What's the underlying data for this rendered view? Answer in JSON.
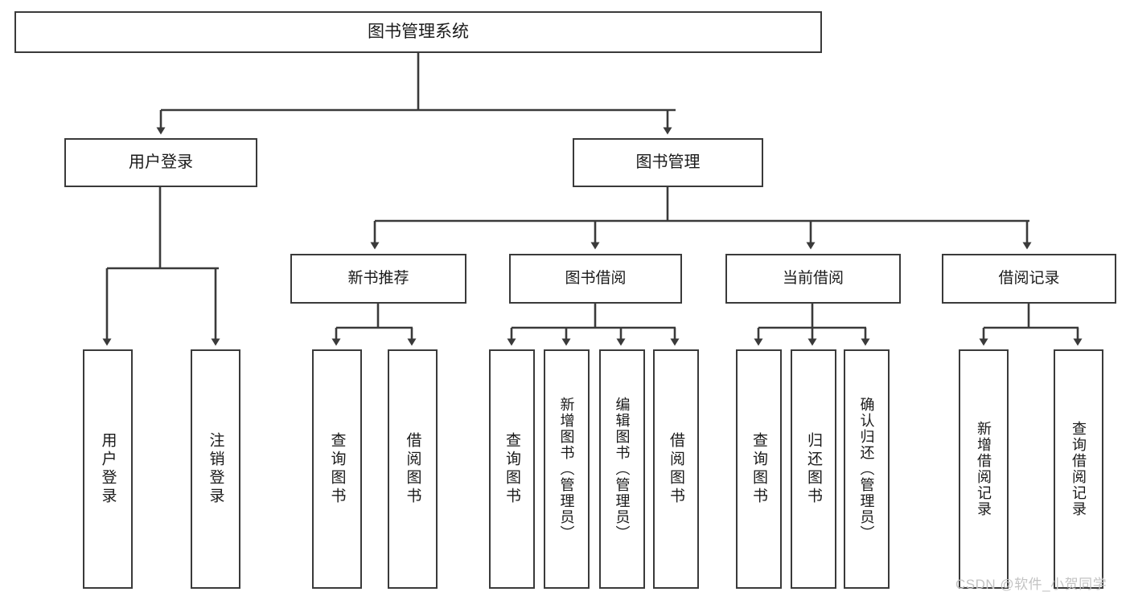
{
  "diagram": {
    "title": "图书管理系统",
    "type": "tree",
    "watermark": "CSDN @软件_小贺同学",
    "stroke_color": "#3a3a3a",
    "background_color": "#ffffff",
    "text_color": "#1a1a1a",
    "watermark_color": "#c3c3c3"
  },
  "nodes": {
    "root": {
      "label": "图书管理系统"
    },
    "level1": [
      {
        "label": "用户登录"
      },
      {
        "label": "图书管理"
      }
    ],
    "level2": [
      {
        "label": "新书推荐"
      },
      {
        "label": "图书借阅"
      },
      {
        "label": "当前借阅"
      },
      {
        "label": "借阅记录"
      }
    ],
    "leaves": {
      "user_login": [
        {
          "label": "用户登录"
        },
        {
          "label": "注销登录"
        }
      ],
      "new_book_recommend": [
        {
          "label": "查询图书"
        },
        {
          "label": "借阅图书"
        }
      ],
      "book_borrow": [
        {
          "label": "查询图书"
        },
        {
          "label": "新增图书（管理员）"
        },
        {
          "label": "编辑图书（管理员）"
        },
        {
          "label": "借阅图书"
        }
      ],
      "current_borrow": [
        {
          "label": "查询图书"
        },
        {
          "label": "归还图书"
        },
        {
          "label": "确认归还（管理员）"
        }
      ],
      "borrow_records": [
        {
          "label": "新增借阅记录"
        },
        {
          "label": "查询借阅记录"
        }
      ]
    }
  },
  "chart_data": {
    "type": "table",
    "title": "图书管理系统",
    "hierarchy": [
      {
        "label": "图书管理系统",
        "children": [
          {
            "label": "用户登录",
            "children": [
              {
                "label": "用户登录"
              },
              {
                "label": "注销登录"
              }
            ]
          },
          {
            "label": "图书管理",
            "children": [
              {
                "label": "新书推荐",
                "children": [
                  {
                    "label": "查询图书"
                  },
                  {
                    "label": "借阅图书"
                  }
                ]
              },
              {
                "label": "图书借阅",
                "children": [
                  {
                    "label": "查询图书"
                  },
                  {
                    "label": "新增图书（管理员）"
                  },
                  {
                    "label": "编辑图书（管理员）"
                  },
                  {
                    "label": "借阅图书"
                  }
                ]
              },
              {
                "label": "当前借阅",
                "children": [
                  {
                    "label": "查询图书"
                  },
                  {
                    "label": "归还图书"
                  },
                  {
                    "label": "确认归还（管理员）"
                  }
                ]
              },
              {
                "label": "借阅记录",
                "children": [
                  {
                    "label": "新增借阅记录"
                  },
                  {
                    "label": "查询借阅记录"
                  }
                ]
              }
            ]
          }
        ]
      }
    ]
  }
}
